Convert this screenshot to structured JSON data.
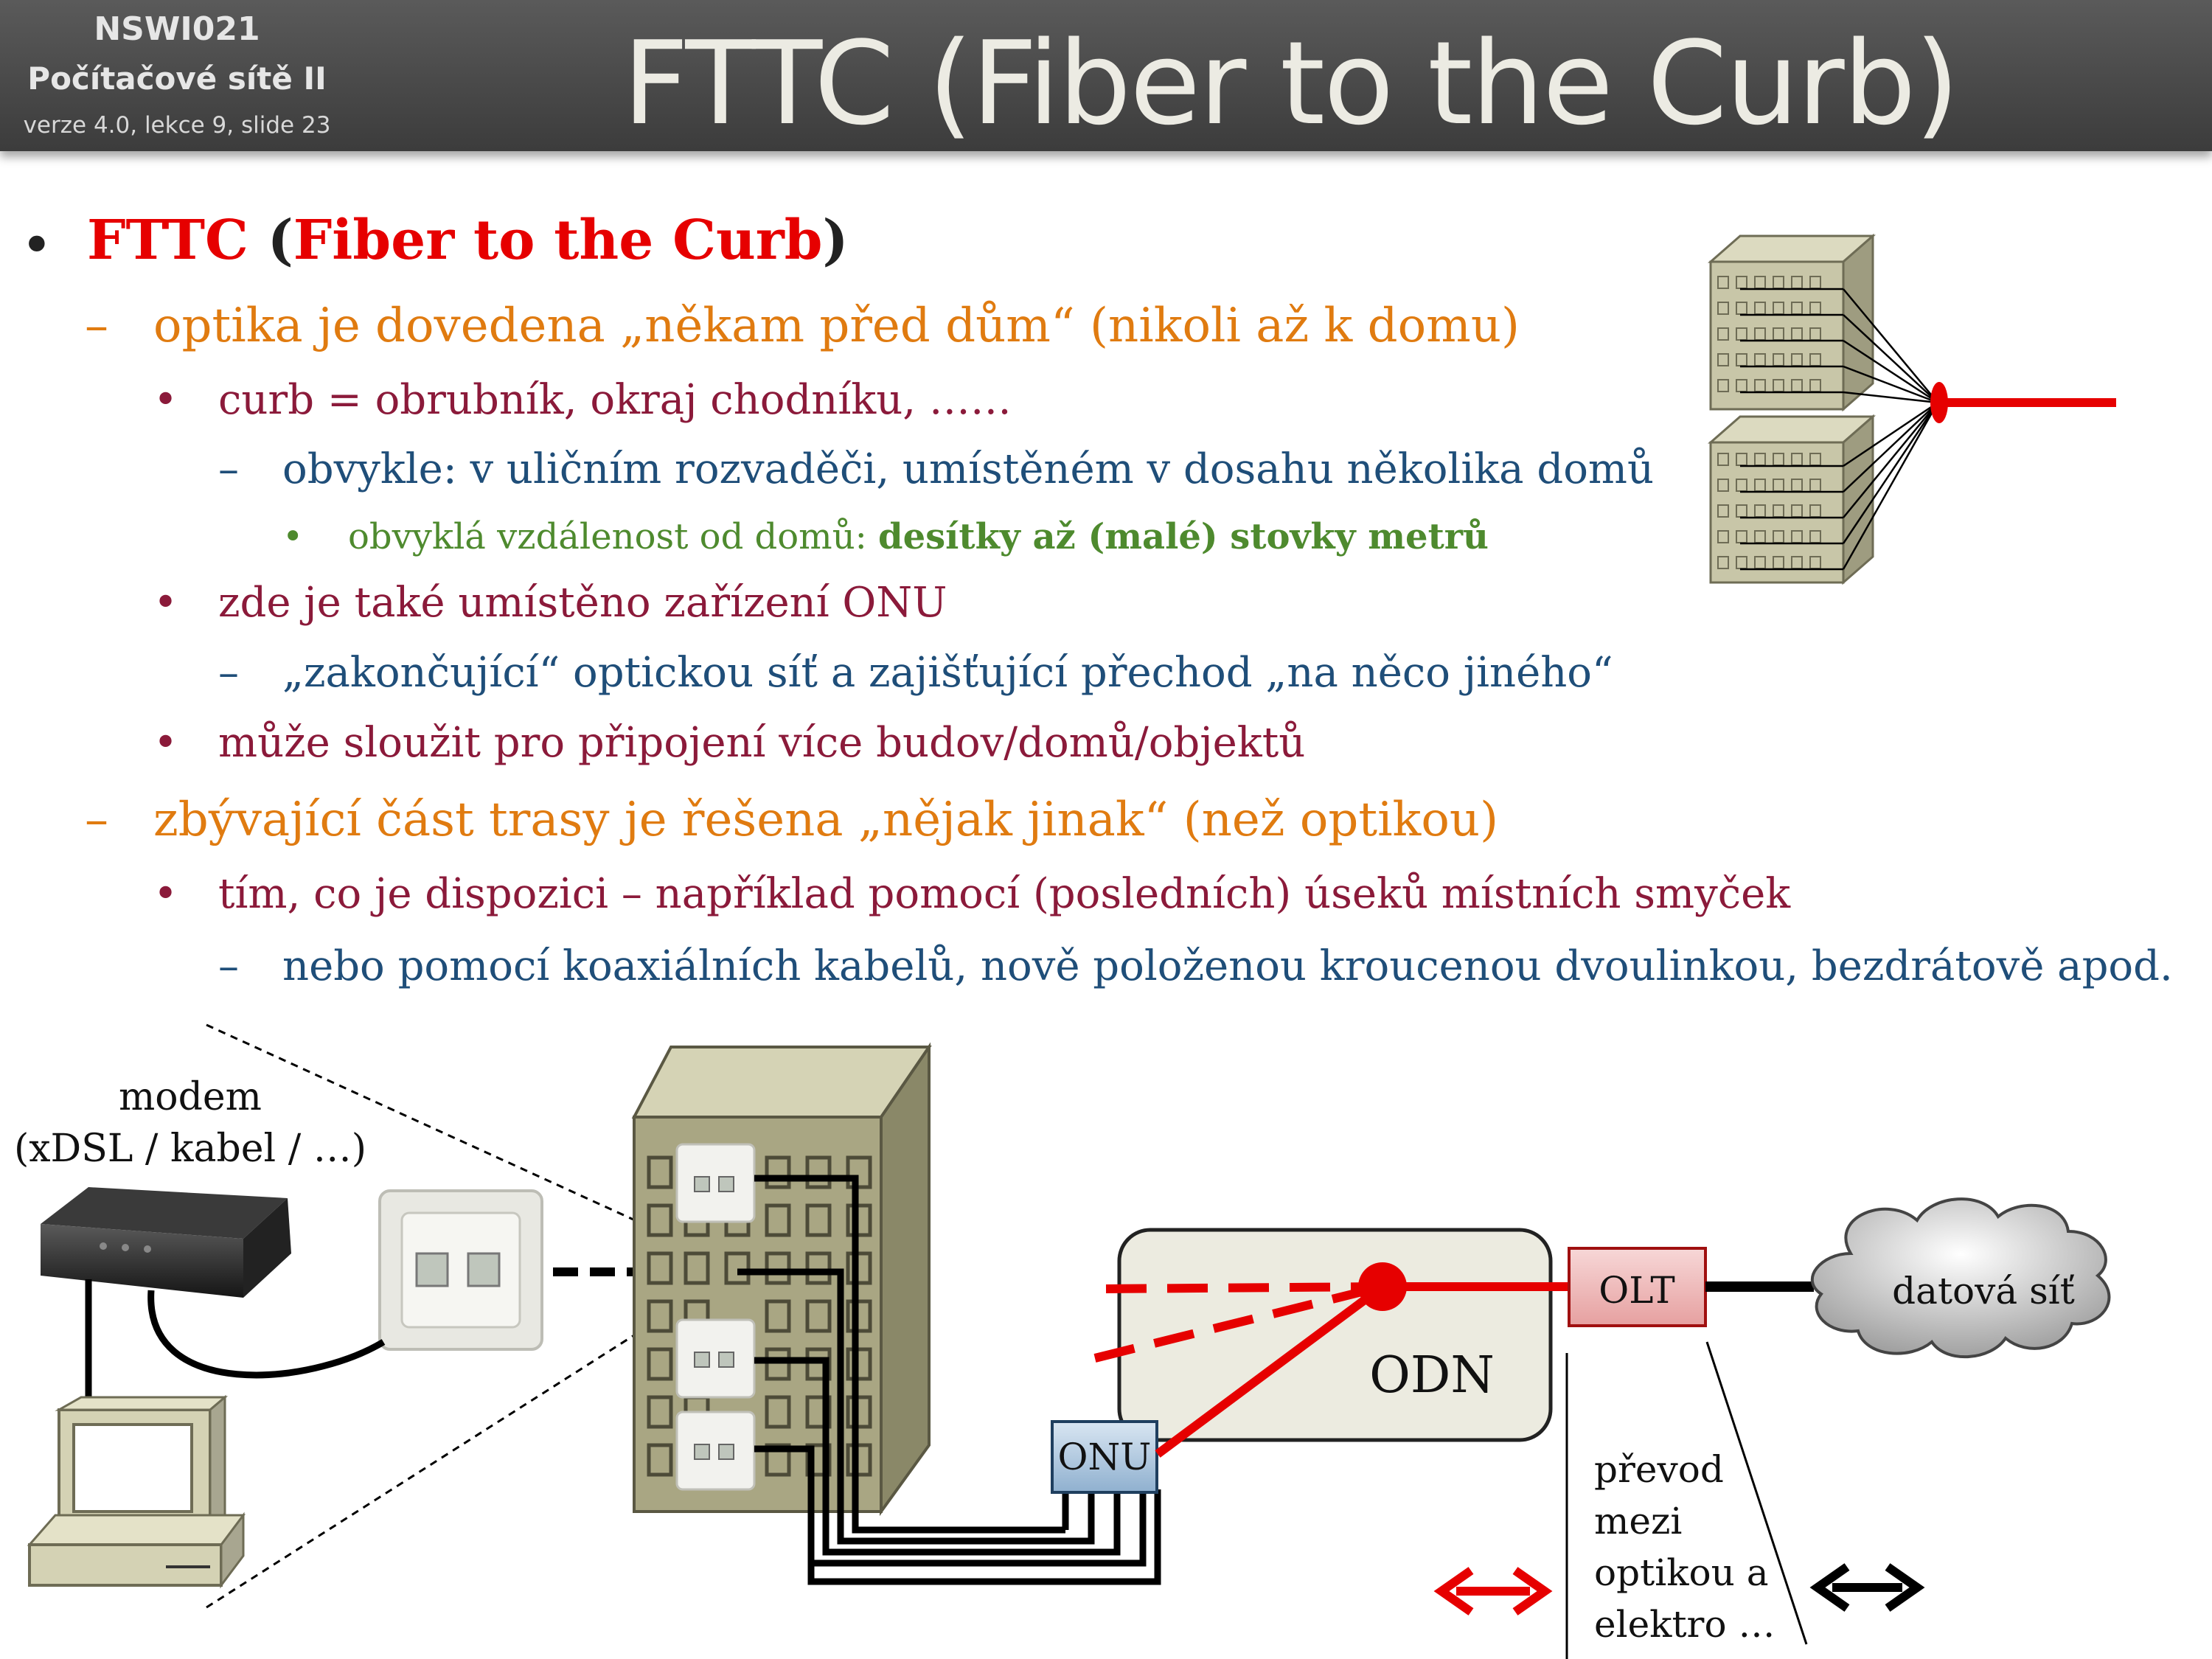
{
  "header": {
    "course_code": "NSWI021",
    "course_name": "Počítačové sítě II",
    "version": "verze 4.0, lekce  9, slide 23",
    "title": "FTTC (Fiber to the Curb)"
  },
  "bullets": {
    "b1": {
      "part1": "FTTC",
      "part2": " (",
      "part3": "Fiber to the Curb",
      "part4": ")"
    },
    "b2": "optika je dovedena „někam před dům“ (nikoli až k domu)",
    "b3": "curb = obrubník, okraj chodníku, ……",
    "b4": "obvykle: v uličním rozvaděči, umístěném v dosahu několika domů",
    "b5": {
      "normal": "obvyklá vzdálenost od domů: ",
      "bold": "desítky až (malé) stovky metrů"
    },
    "b6": "zde je také umístěno zařízení ONU",
    "b7": "„zakončující“ optickou síť a zajišťující přechod „na něco jiného“",
    "b8": "může sloužit pro připojení více budov/domů/objektů",
    "b9": "zbývající část trasy je řešena „nějak jinak“ (než optikou)",
    "b10": "tím, co je dispozici – například pomocí (posledních) úseků místních smyček",
    "b11": "nebo pomocí koaxiálních kabelů, nově položenou kroucenou dvoulinkou, bezdrátově apod."
  },
  "markers": {
    "dot": "•",
    "dash": "–"
  },
  "diagram": {
    "modem_label_1": "modem",
    "modem_label_2": "(xDSL / kabel / …)",
    "onu": "ONU",
    "odn": "ODN",
    "olt": "OLT",
    "cloud": "datová síť",
    "conversion": [
      "převod",
      "mezi",
      "optikou a",
      "elektro …"
    ]
  },
  "colors": {
    "header_bg": "#4a4a4a",
    "fiber": "#e60000",
    "title_red": "#e60000",
    "orange": "#e07b10",
    "maroon": "#8b1a3a",
    "blue": "#1f4e79",
    "green": "#4e8a2e"
  }
}
